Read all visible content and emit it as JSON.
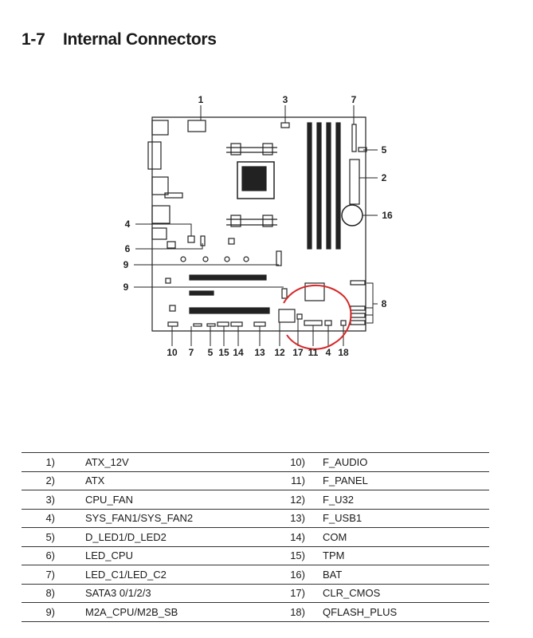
{
  "section": {
    "number": "1-7",
    "title": "Internal Connectors"
  },
  "callouts": [
    "1",
    "3",
    "7",
    "5",
    "2",
    "16",
    "4",
    "6",
    "9",
    "9",
    "8",
    "10",
    "7",
    "5",
    "15",
    "14",
    "13",
    "12",
    "17",
    "11",
    "4",
    "18"
  ],
  "connectors": [
    {
      "num": "1)",
      "name": "ATX_12V"
    },
    {
      "num": "2)",
      "name": "ATX"
    },
    {
      "num": "3)",
      "name": "CPU_FAN"
    },
    {
      "num": "4)",
      "name": "SYS_FAN1/SYS_FAN2"
    },
    {
      "num": "5)",
      "name": "D_LED1/D_LED2"
    },
    {
      "num": "6)",
      "name": "LED_CPU"
    },
    {
      "num": "7)",
      "name": "LED_C1/LED_C2"
    },
    {
      "num": "8)",
      "name": "SATA3 0/1/2/3"
    },
    {
      "num": "9)",
      "name": "M2A_CPU/M2B_SB"
    },
    {
      "num": "10)",
      "name": "F_AUDIO"
    },
    {
      "num": "11)",
      "name": "F_PANEL"
    },
    {
      "num": "12)",
      "name": "F_U32"
    },
    {
      "num": "13)",
      "name": "F_USB1"
    },
    {
      "num": "14)",
      "name": "COM"
    },
    {
      "num": "15)",
      "name": "TPM"
    },
    {
      "num": "16)",
      "name": "BAT"
    },
    {
      "num": "17)",
      "name": "CLR_CMOS"
    },
    {
      "num": "18)",
      "name": "QFLASH_PLUS"
    }
  ],
  "colors": {
    "annotation_circle": "#d62828",
    "lines": "#222222"
  }
}
